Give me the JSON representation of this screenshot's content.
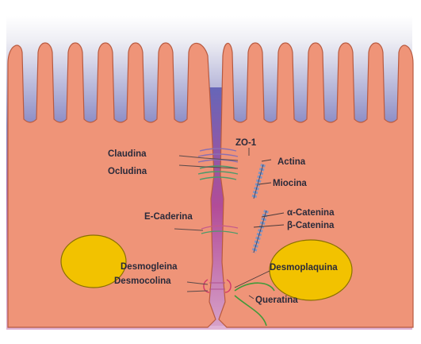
{
  "labels": {
    "zo1": "ZO-1",
    "claudina": "Claudina",
    "ocludina": "Ocludina",
    "actina": "Actina",
    "miocina": "Miocina",
    "e_caderina": "E-Caderina",
    "alpha_catenina": "α-Catenina",
    "beta_catenina": "β-Catenina",
    "desmogleina": "Desmogleina",
    "desmocolina": "Desmocolina",
    "desmoplaquina": "Desmoplaquina",
    "queratina": "Queratina"
  },
  "colors": {
    "cell_fill": "#ef9478",
    "cell_stroke": "#b85a40",
    "nucleus_fill": "#f2c200",
    "nucleus_stroke": "#8a7000",
    "gap_blue": "#6a6ab8",
    "gap_magenta": "#c4488a",
    "tight_junction": "#8c6fb0",
    "adherens": "#4c9a6a",
    "filament": "#8aa0c8",
    "desmosome": "#d2386a",
    "keratin": "#3f9a3a",
    "text": "#2a2a3a"
  }
}
